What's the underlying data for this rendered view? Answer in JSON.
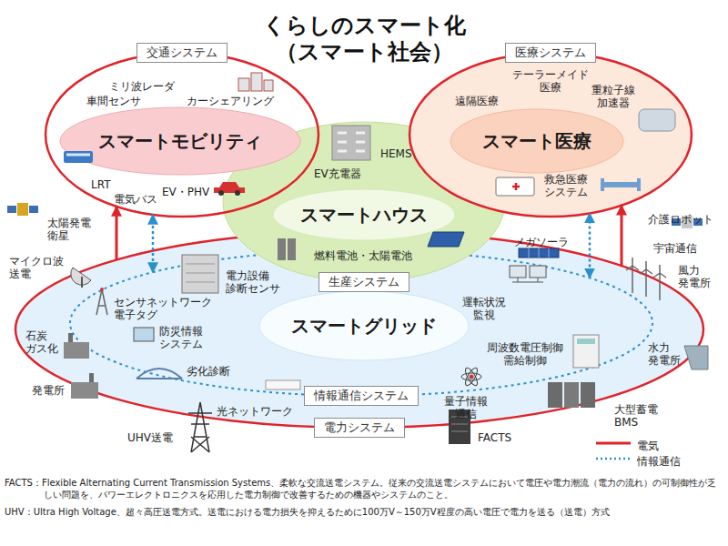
{
  "diagram": {
    "title": "くらしのスマート化 （スマート社会）",
    "nodes": [
      {
        "text": [
          "交通システム"
        ]
      },
      {
        "text": [
          "スマートモビリティ"
        ],
        "in": 0
      },
      {
        "text": [
          "医療システム"
        ]
      },
      {
        "text": [
          "スマート医療"
        ],
        "in": 2
      },
      {
        "text": [
          "生産システム"
        ]
      },
      {
        "text": [
          "スマートハウス"
        ],
        "in": 4
      },
      {
        "text": [
          "電力システム"
        ]
      },
      {
        "text": [
          "情報通信システム"
        ],
        "in": 6
      },
      {
        "text": [
          "スマートグリッド"
        ],
        "in": 7
      }
    ],
    "edges": [
      {
        "from": 6,
        "to": 0,
        "arrow": "to"
      },
      {
        "from": 6,
        "to": 2,
        "arrow": "to"
      },
      {
        "from": 7,
        "to": 0,
        "arrow": "both"
      },
      {
        "from": 7,
        "to": 2,
        "arrow": "both"
      }
    ],
    "labels": [
      "ミリ波レーダ",
      "車間センサ",
      "カーシェアリング",
      "LRT",
      "電気バス",
      "EV・PHV",
      "遠隔医療",
      "テーラーメイド 医療",
      "重粒子線 加速器",
      "救急医療 システム",
      "介護ロボット",
      "EV充電器",
      "HEMS",
      "燃料電池・太陽電池",
      "太陽発電 衛星",
      "メガソーラ",
      "宇宙通信",
      "マイクロ波 送電",
      "電力設備 診断センサ",
      "センサネットワーク 電子タグ",
      "運転状況 監視",
      "風力 発電所",
      "石炭 ガス化",
      "防災情報 システム",
      "劣化診断",
      "周波数電圧制御 需給制御",
      "水力 発電所",
      "発電所",
      "光ネットワーク",
      "量子情報 通信",
      "大型蓄電 BMS",
      "UHV送電",
      "FACTS",
      "FACTS：Flexible Alternating Current Transmission Systems、柔軟な交流送電システム。従来の交流送電システムにおいて電圧や電力潮流（電力の流れ）の可制御性が乏しい問題を、パワーエレクトロニクスを応用した電力制御で改善するための機器やシステムのこと。",
      "UHV：Ultra High Voltage、超々高圧送電方式。送電における電力損失を抑えるために100万V～150万V程度の高い電圧で電力を送る（送電）方式"
    ],
    "legend": [
      {
        "text": "電気"
      },
      {
        "text": "情報通信"
      }
    ]
  }
}
